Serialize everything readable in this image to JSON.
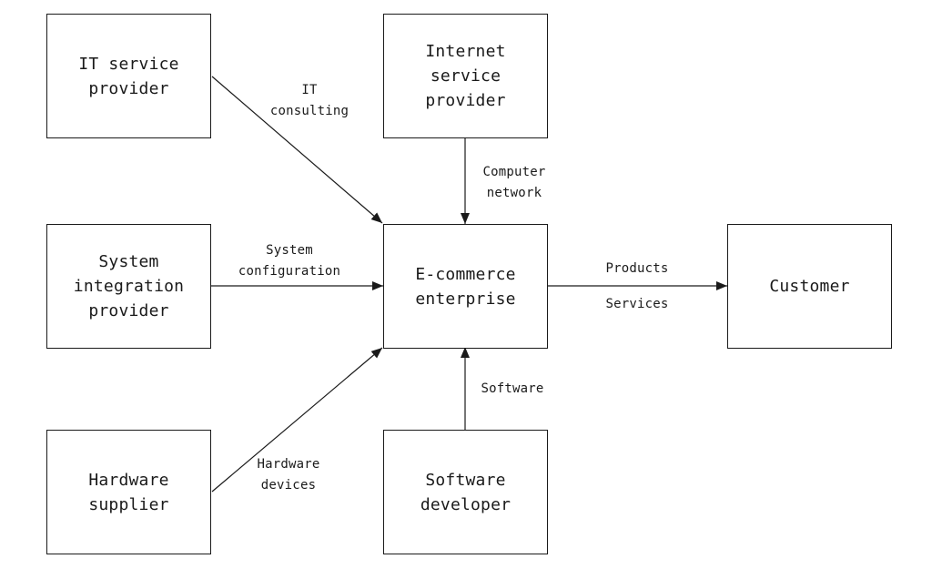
{
  "diagram": {
    "nodes": {
      "it_service_provider": "IT service\nprovider",
      "internet_service_provider": "Internet\nservice\nprovider",
      "system_integration_provider": "System\nintegration\nprovider",
      "ecommerce_enterprise": "E-commerce\nenterprise",
      "customer": "Customer",
      "hardware_supplier": "Hardware\nsupplier",
      "software_developer": "Software\ndeveloper"
    },
    "edges": {
      "it_consulting": "IT\nconsulting",
      "computer_network": "Computer\nnetwork",
      "system_configuration": "System\nconfiguration",
      "products": "Products",
      "services": "Services",
      "software": "Software",
      "hardware_devices": "Hardware\ndevices"
    },
    "colors": {
      "line": "#1a1a1a",
      "background": "#ffffff"
    }
  }
}
